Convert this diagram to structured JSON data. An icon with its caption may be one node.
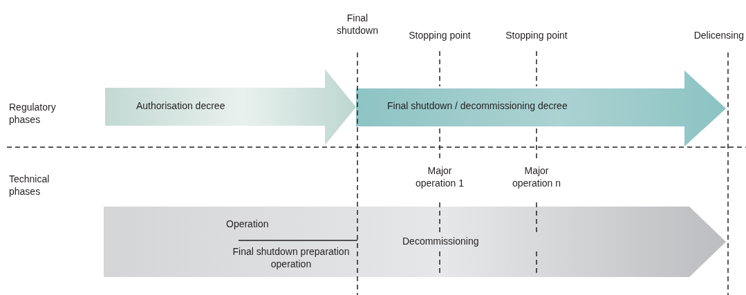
{
  "diagram": {
    "nodes": [
      {
        "text": [
          "Authorisation decree"
        ]
      },
      {
        "text": [
          "Final shutdown / decommissioning decree"
        ]
      },
      {
        "text": [
          "Operation",
          "Final shutdown preparation operation",
          "Decommissioning"
        ]
      }
    ],
    "labels": [
      "Final shutdown",
      "Stopping point",
      "Stopping point",
      "Delicensing",
      "Regulatory phases",
      "Technical phases",
      "Major operation 1",
      "Major operation n"
    ]
  }
}
